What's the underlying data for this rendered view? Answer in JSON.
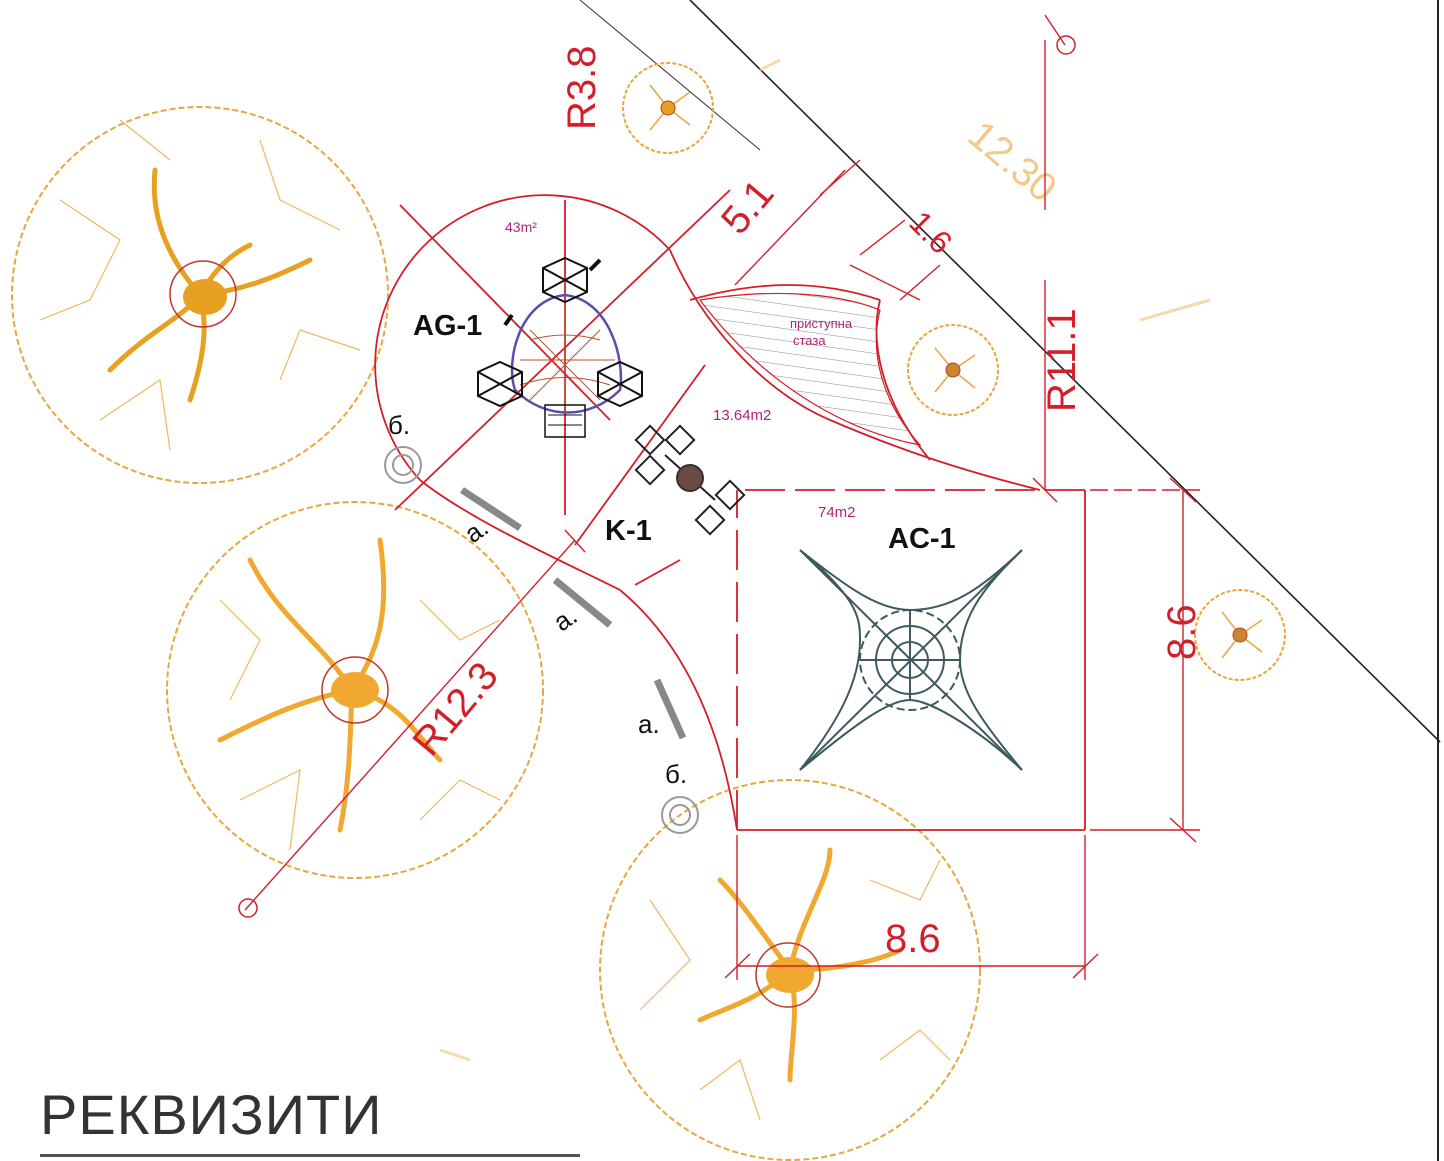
{
  "title": "РЕКВИЗИТИ",
  "colors": {
    "dimension": "#d21f2a",
    "tree": "#e9a63a",
    "tree_trunk": "#e8a020",
    "area_label": "#b0237a",
    "equipment_net": "#3d5a5e",
    "boundary": "#222222"
  },
  "equipment": {
    "ag1": "AG-1",
    "k1": "K-1",
    "ac1": "AC-1"
  },
  "areas": {
    "ag1_area": "43m²",
    "k1_area": "13.64m2",
    "ac1_area": "74m2"
  },
  "path": {
    "line1": "приступна",
    "line2": "стаза"
  },
  "dimensions": {
    "r38": "R3.8",
    "r111": "R11.1",
    "r123": "R12.3",
    "d51": "5.1",
    "d16": "1.6",
    "d86_vertical": "8.6",
    "d86_horizontal": "8.6",
    "d1230": "12.30"
  },
  "markers": {
    "bench_a": "а.",
    "bin_b": "б."
  }
}
